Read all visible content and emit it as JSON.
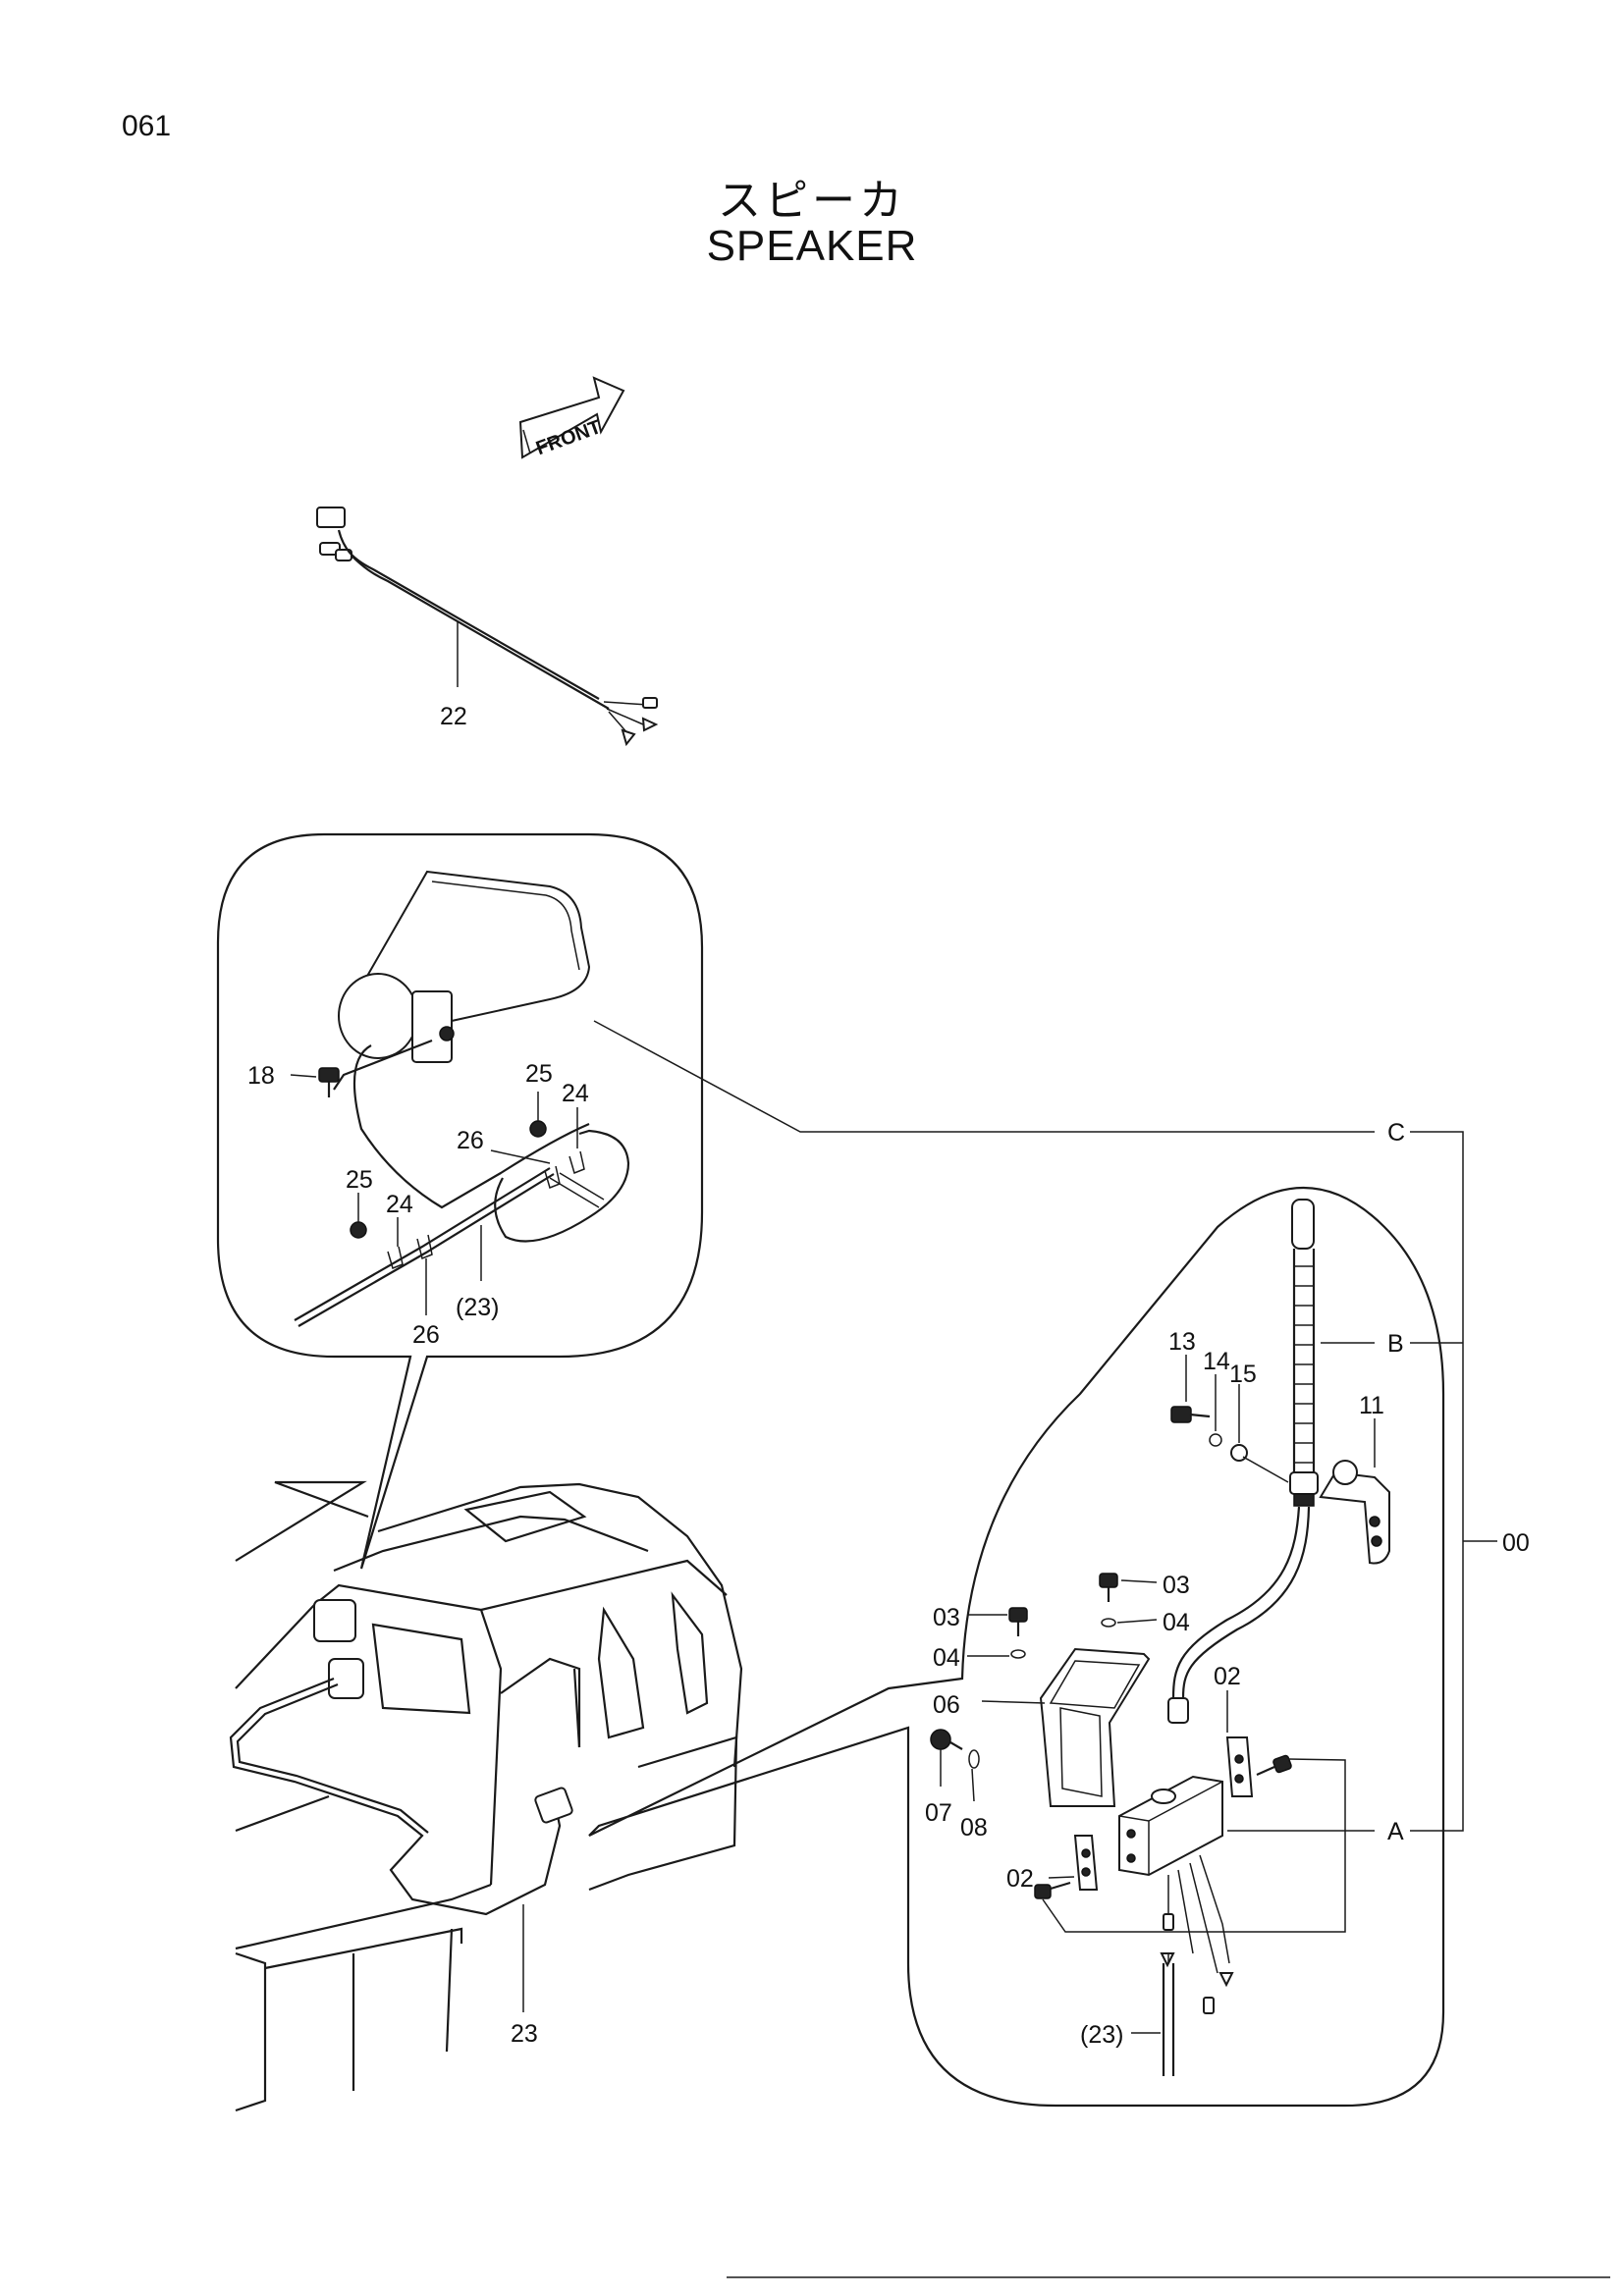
{
  "page_number": "061",
  "title_ja": "スピーカ",
  "title_en": "SPEAKER",
  "front_label": "FRONT",
  "callouts": {
    "c22": "22",
    "c18": "18",
    "c25a": "25",
    "c24a": "24",
    "c26a": "26",
    "c25b": "25",
    "c24b": "24",
    "c26b": "26",
    "c23a": "(23)",
    "c23b": "23",
    "c13": "13",
    "c14": "14",
    "c15": "15",
    "c11": "11",
    "c03a": "03",
    "c04a": "04",
    "c03b": "03",
    "c04b": "04",
    "c06": "06",
    "c07": "07",
    "c08": "08",
    "c02a": "02",
    "c02b": "02",
    "c23c": "(23)",
    "cA": "A",
    "cB": "B",
    "cC": "C",
    "c00": "00"
  }
}
